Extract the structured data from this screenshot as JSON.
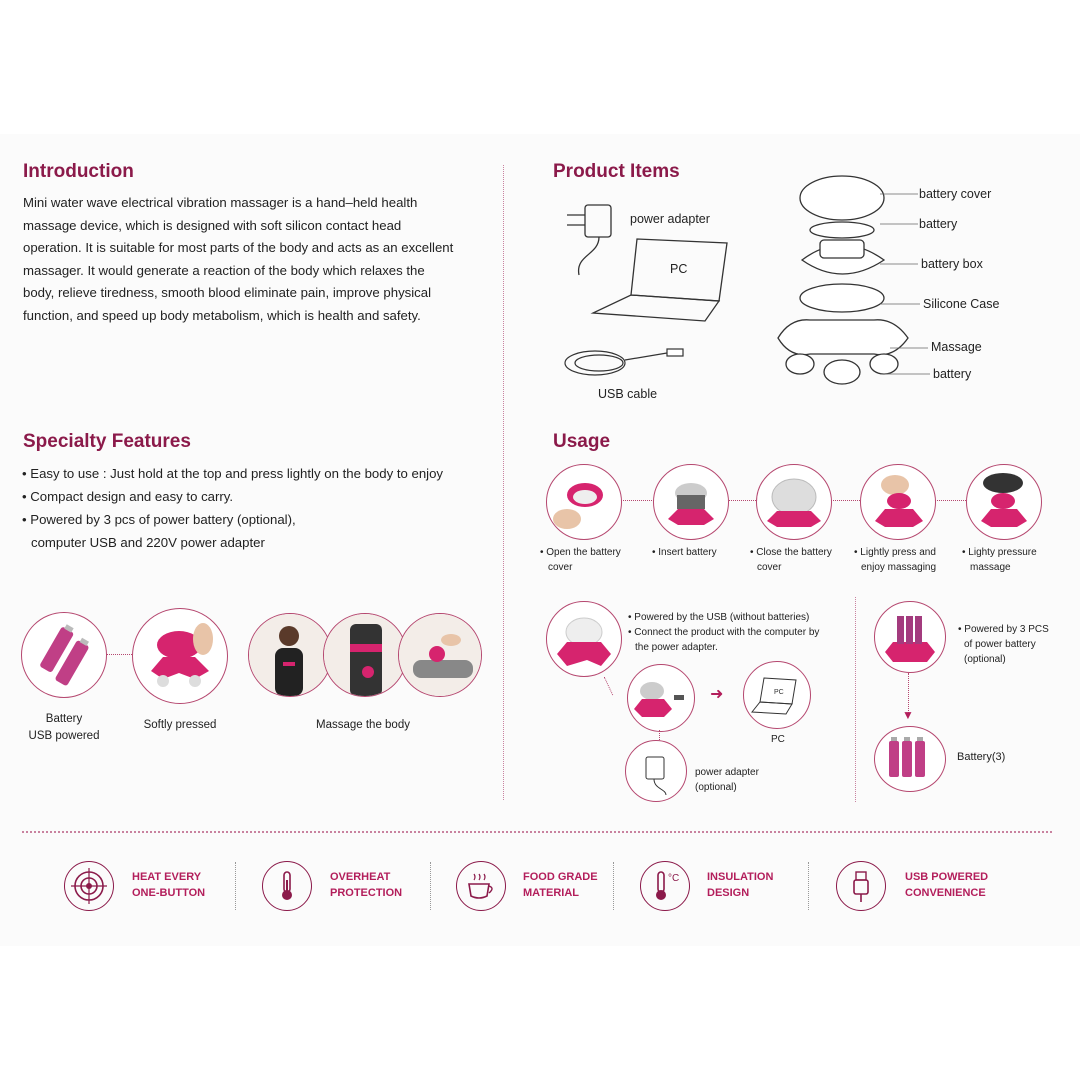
{
  "introduction": {
    "heading": "Introduction",
    "lines": [
      "Mini water wave electrical vibration massager is a hand–held health",
      "massage device, which is designed with soft silicon contact head",
      "operation. It is suitable for most parts of the body and acts as an excellent",
      "massager. It would generate a reaction of the body which relaxes the",
      "body, relieve tiredness, smooth blood eliminate pain, improve physical",
      "function, and speed up body metabolism, which is health and safety."
    ]
  },
  "specialty": {
    "heading": "Specialty Features",
    "items": [
      "• Easy to use : Just hold at the top and press lightly on the body to enjoy",
      "• Compact design and easy to carry.",
      "• Powered by 3 pcs of power battery (optional),",
      "  computer USB and 220V power adapter"
    ],
    "image_labels": {
      "battery_line1": "Battery",
      "battery_line2": "USB powered",
      "softly": "Softly pressed",
      "massage": "Massage the body"
    }
  },
  "product_items": {
    "heading": "Product Items",
    "power_adapter": "power adapter",
    "pc": "PC",
    "usb_cable": "USB cable",
    "parts": [
      "battery cover",
      "battery",
      "battery box",
      "Silicone Case",
      "Massage",
      "battery"
    ]
  },
  "usage": {
    "heading": "Usage",
    "steps": [
      [
        "• Open the battery",
        "cover"
      ],
      [
        "• Insert battery",
        ""
      ],
      [
        "• Close the battery",
        "cover"
      ],
      [
        "• Lightly press and",
        "enjoy massaging"
      ],
      [
        "• Lighty pressure",
        "massage"
      ]
    ],
    "usb_notes": [
      "• Powered by the USB (without batteries)",
      "• Connect the product with the computer by",
      "the power adapter."
    ],
    "pc_label": "PC",
    "pc_screen": "PC",
    "adapter_line1": "power adapter",
    "adapter_line2": "(optional)",
    "battery_notes": [
      "• Powered by 3 PCS",
      "of power battery",
      "(optional)"
    ],
    "battery3": "Battery(3)"
  },
  "features_bar": [
    {
      "icon": "target-icon",
      "line1": "HEAT EVERY",
      "line2": "ONE-BUTTON"
    },
    {
      "icon": "thermometer-icon",
      "line1": "OVERHEAT",
      "line2": "PROTECTION"
    },
    {
      "icon": "cup-icon",
      "line1": "FOOD GRADE",
      "line2": "MATERIAL"
    },
    {
      "icon": "thermometer-celsius-icon",
      "line1": "INSULATION",
      "line2": "DESIGN",
      "unit": "°C"
    },
    {
      "icon": "usb-icon",
      "line1": "USB POWERED",
      "line2": "CONVENIENCE"
    }
  ],
  "colors": {
    "accent": "#b31e5b",
    "heading": "#8b1a4a",
    "device_pink": "#d6246e"
  }
}
